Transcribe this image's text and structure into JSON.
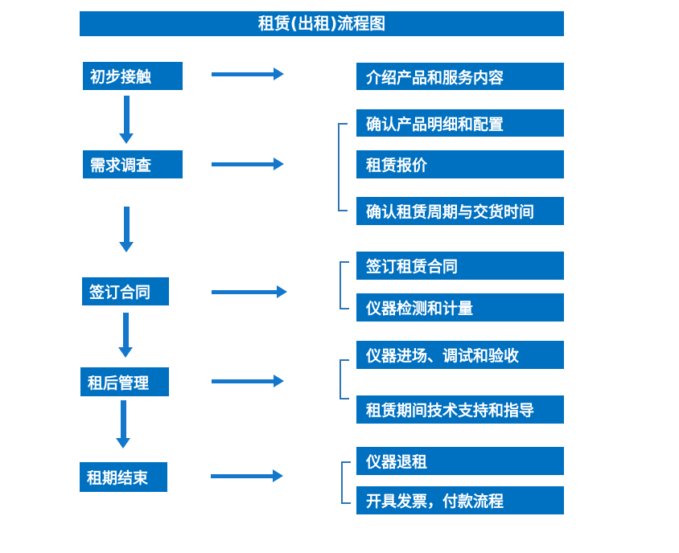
{
  "title": "租赁(出租)流程图",
  "colors": {
    "box": "#0070C0",
    "arrow": "#1377CC",
    "bracket": "#2E75B6",
    "text": "#FFFFFF"
  },
  "steps": [
    {
      "label": "初步接触",
      "outputs": [
        "介绍产品和服务内容"
      ]
    },
    {
      "label": "需求调查",
      "outputs": [
        "确认产品明细和配置",
        "租赁报价",
        "确认租赁周期与交货时间"
      ]
    },
    {
      "label": "签订合同",
      "outputs": [
        "签订租赁合同",
        "仪器检测和计量"
      ]
    },
    {
      "label": "租后管理",
      "outputs": [
        "仪器进场、调试和验收",
        "租赁期间技术支持和指导"
      ]
    },
    {
      "label": "租期结束",
      "outputs": [
        "仪器退租",
        "开具发票，付款流程"
      ]
    }
  ]
}
